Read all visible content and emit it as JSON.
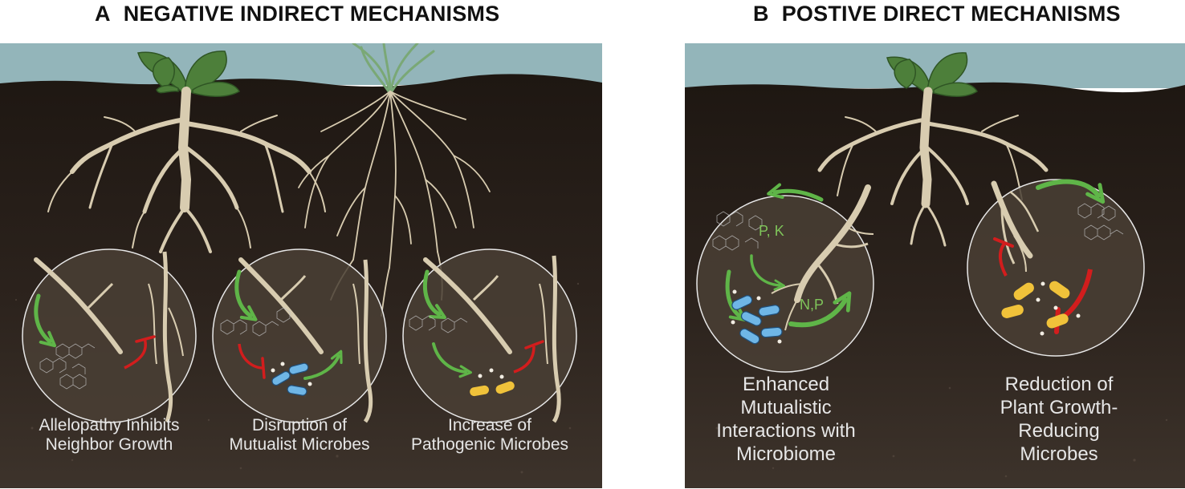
{
  "panel_a": {
    "letter": "A",
    "title": "NEGATIVE INDIRECT MECHANISMS",
    "captions": [
      {
        "line1": "Allelopathy Inhibits",
        "line2": "Neighbor Growth"
      },
      {
        "line1": "Disruption of",
        "line2": "Mutualist Microbes"
      },
      {
        "line1": "Increase of",
        "line2": "Pathogenic Microbes"
      }
    ]
  },
  "panel_b": {
    "letter": "B",
    "title": "POSTIVE DIRECT MECHANISMS",
    "captions": [
      {
        "lines": [
          "Enhanced",
          "Mutualistic",
          "Interactions with",
          "Microbiome"
        ]
      },
      {
        "lines": [
          "Reduction of",
          "Plant Growth-",
          "Reducing",
          "Microbes"
        ]
      }
    ],
    "nutrient_labels": [
      "P, K",
      "N,P"
    ]
  },
  "colors": {
    "sky": "#93b5ba",
    "soil": "#2e241e",
    "root": "#d8ccb0",
    "promote_arrow": "#5fb548",
    "inhibit_arrow": "#d21d1d",
    "mutualist_microbe": "#6fb6e6",
    "pathogen_microbe": "#f0c23a",
    "leaf": "#4d7f3a"
  }
}
